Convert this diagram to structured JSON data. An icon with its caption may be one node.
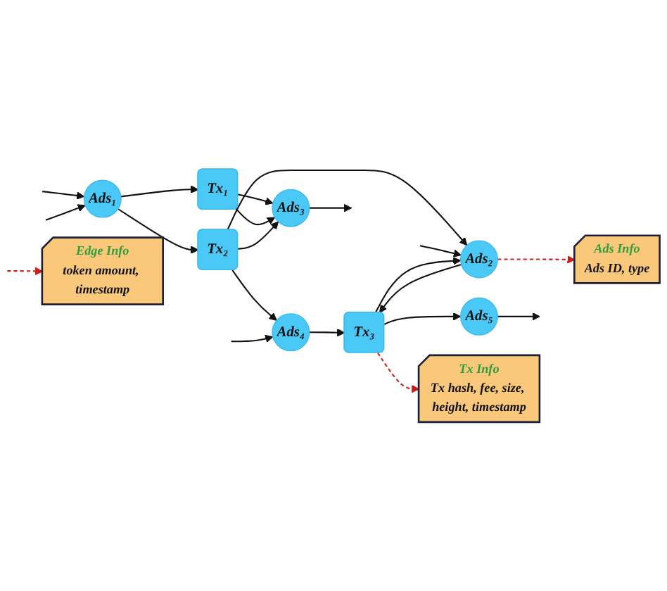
{
  "diagram": {
    "nodes": [
      {
        "text": [
          "Ads₁"
        ]
      },
      {
        "text": [
          "Tx₁"
        ]
      },
      {
        "text": [
          "Ads₃"
        ]
      },
      {
        "text": [
          "Tx₂"
        ]
      },
      {
        "text": [
          "Ads₄"
        ]
      },
      {
        "text": [
          "Ads₂"
        ]
      },
      {
        "text": [
          "Tx₃"
        ]
      },
      {
        "text": [
          "Ads₅"
        ]
      },
      {
        "text": [
          "Ads Info",
          "Ads ID, type"
        ]
      },
      {
        "text": [
          "Tx Info",
          "Tx hash, fee, size, height, timestamp"
        ]
      },
      {
        "text": [
          "Edge Info",
          "token amount, timestamp"
        ]
      }
    ],
    "edges": [
      {
        "from": null,
        "to": 0,
        "arrow": "to"
      },
      {
        "from": null,
        "to": 0,
        "arrow": "to"
      },
      {
        "from": 0,
        "to": 1,
        "arrow": "to"
      },
      {
        "from": 0,
        "to": 3,
        "arrow": "to"
      },
      {
        "from": 1,
        "to": 2,
        "arrow": "to"
      },
      {
        "from": 1,
        "to": 2,
        "arrow": "to"
      },
      {
        "from": 3,
        "to": 2,
        "arrow": "to"
      },
      {
        "from": 2,
        "to": null,
        "arrow": "to"
      },
      {
        "from": 3,
        "to": 4,
        "arrow": "to"
      },
      {
        "from": null,
        "to": 4,
        "arrow": "to"
      },
      {
        "from": 3,
        "to": 5,
        "arrow": "to"
      },
      {
        "from": 4,
        "to": 6,
        "arrow": "to"
      },
      {
        "from": null,
        "to": 5,
        "arrow": "to"
      },
      {
        "from": 5,
        "to": 6,
        "arrow": "to"
      },
      {
        "from": 6,
        "to": 5,
        "arrow": "to"
      },
      {
        "from": 6,
        "to": 7,
        "arrow": "to"
      },
      {
        "from": 7,
        "to": null,
        "arrow": "to"
      },
      {
        "from": 5,
        "to": 8,
        "arrow": "to",
        "style": "dashed",
        "color": "#cc1f1a"
      },
      {
        "from": 6,
        "to": 9,
        "arrow": "to",
        "style": "dashed",
        "color": "#cc1f1a"
      },
      {
        "from": null,
        "to": 10,
        "arrow": "to",
        "style": "dashed",
        "color": "#cc1f1a"
      }
    ]
  }
}
